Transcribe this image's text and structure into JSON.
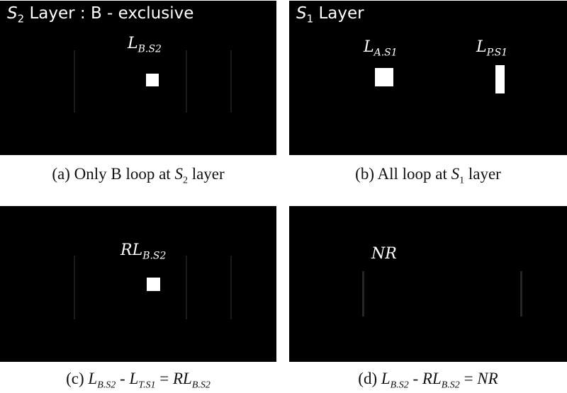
{
  "panels": {
    "a": {
      "title_prefix": "S",
      "title_sub": "2",
      "title_suffix": " Layer : B - exclusive",
      "label_main": "L",
      "label_sub": "B.S2",
      "caption_pre": "(a) Only B loop at ",
      "caption_var": "S",
      "caption_sub": "2",
      "caption_post": " layer"
    },
    "b": {
      "title_prefix": "S",
      "title_sub": "1",
      "title_suffix": " Layer",
      "label1_main": "L",
      "label1_sub": "A.S1",
      "label2_main": "L",
      "label2_sub": "P.S1",
      "caption_pre": "(b) All loop at ",
      "caption_var": "S",
      "caption_sub": "1",
      "caption_post": " layer"
    },
    "c": {
      "label_main": "RL",
      "label_sub": "B.S2",
      "caption_pre": "(c) ",
      "t1": "L",
      "t1_sub": "B.S2",
      "op1": " - ",
      "t2": "L",
      "t2_sub": "T.S1",
      "op2": " = ",
      "t3": "RL",
      "t3_sub": "B.S2"
    },
    "d": {
      "label_main": "NR",
      "caption_pre": "(d) ",
      "t1": "L",
      "t1_sub": "B.S2",
      "op1": " - ",
      "t2": "RL",
      "t2_sub": "B.S2",
      "op2": " = ",
      "t3": "NR"
    }
  }
}
